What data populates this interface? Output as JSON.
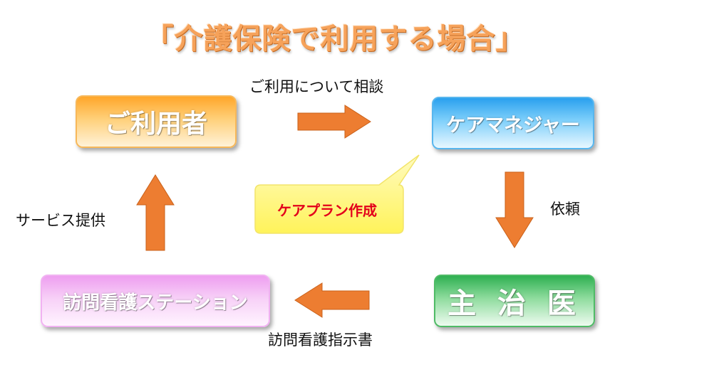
{
  "title": "「介護保険で利用する場合」",
  "nodes": {
    "user": "ご利用者",
    "care_manager": "ケアマネジャー",
    "doctor": "主 治 医",
    "nursing_station": "訪問看護ステーション"
  },
  "edges": {
    "consult": "ご利用について相談",
    "request": "依頼",
    "instruction": "訪問看護指示書",
    "service": "サービス提供"
  },
  "callout": "ケアプラン作成",
  "colors": {
    "arrow": "#ed7d31",
    "user_box": "#ffa62a",
    "care_manager_box": "#2aa0ee",
    "doctor_box": "#2fb052",
    "nursing_box": "#ee9ef0",
    "callout_fill": "#fffb8a",
    "callout_text": "#e3001b"
  }
}
